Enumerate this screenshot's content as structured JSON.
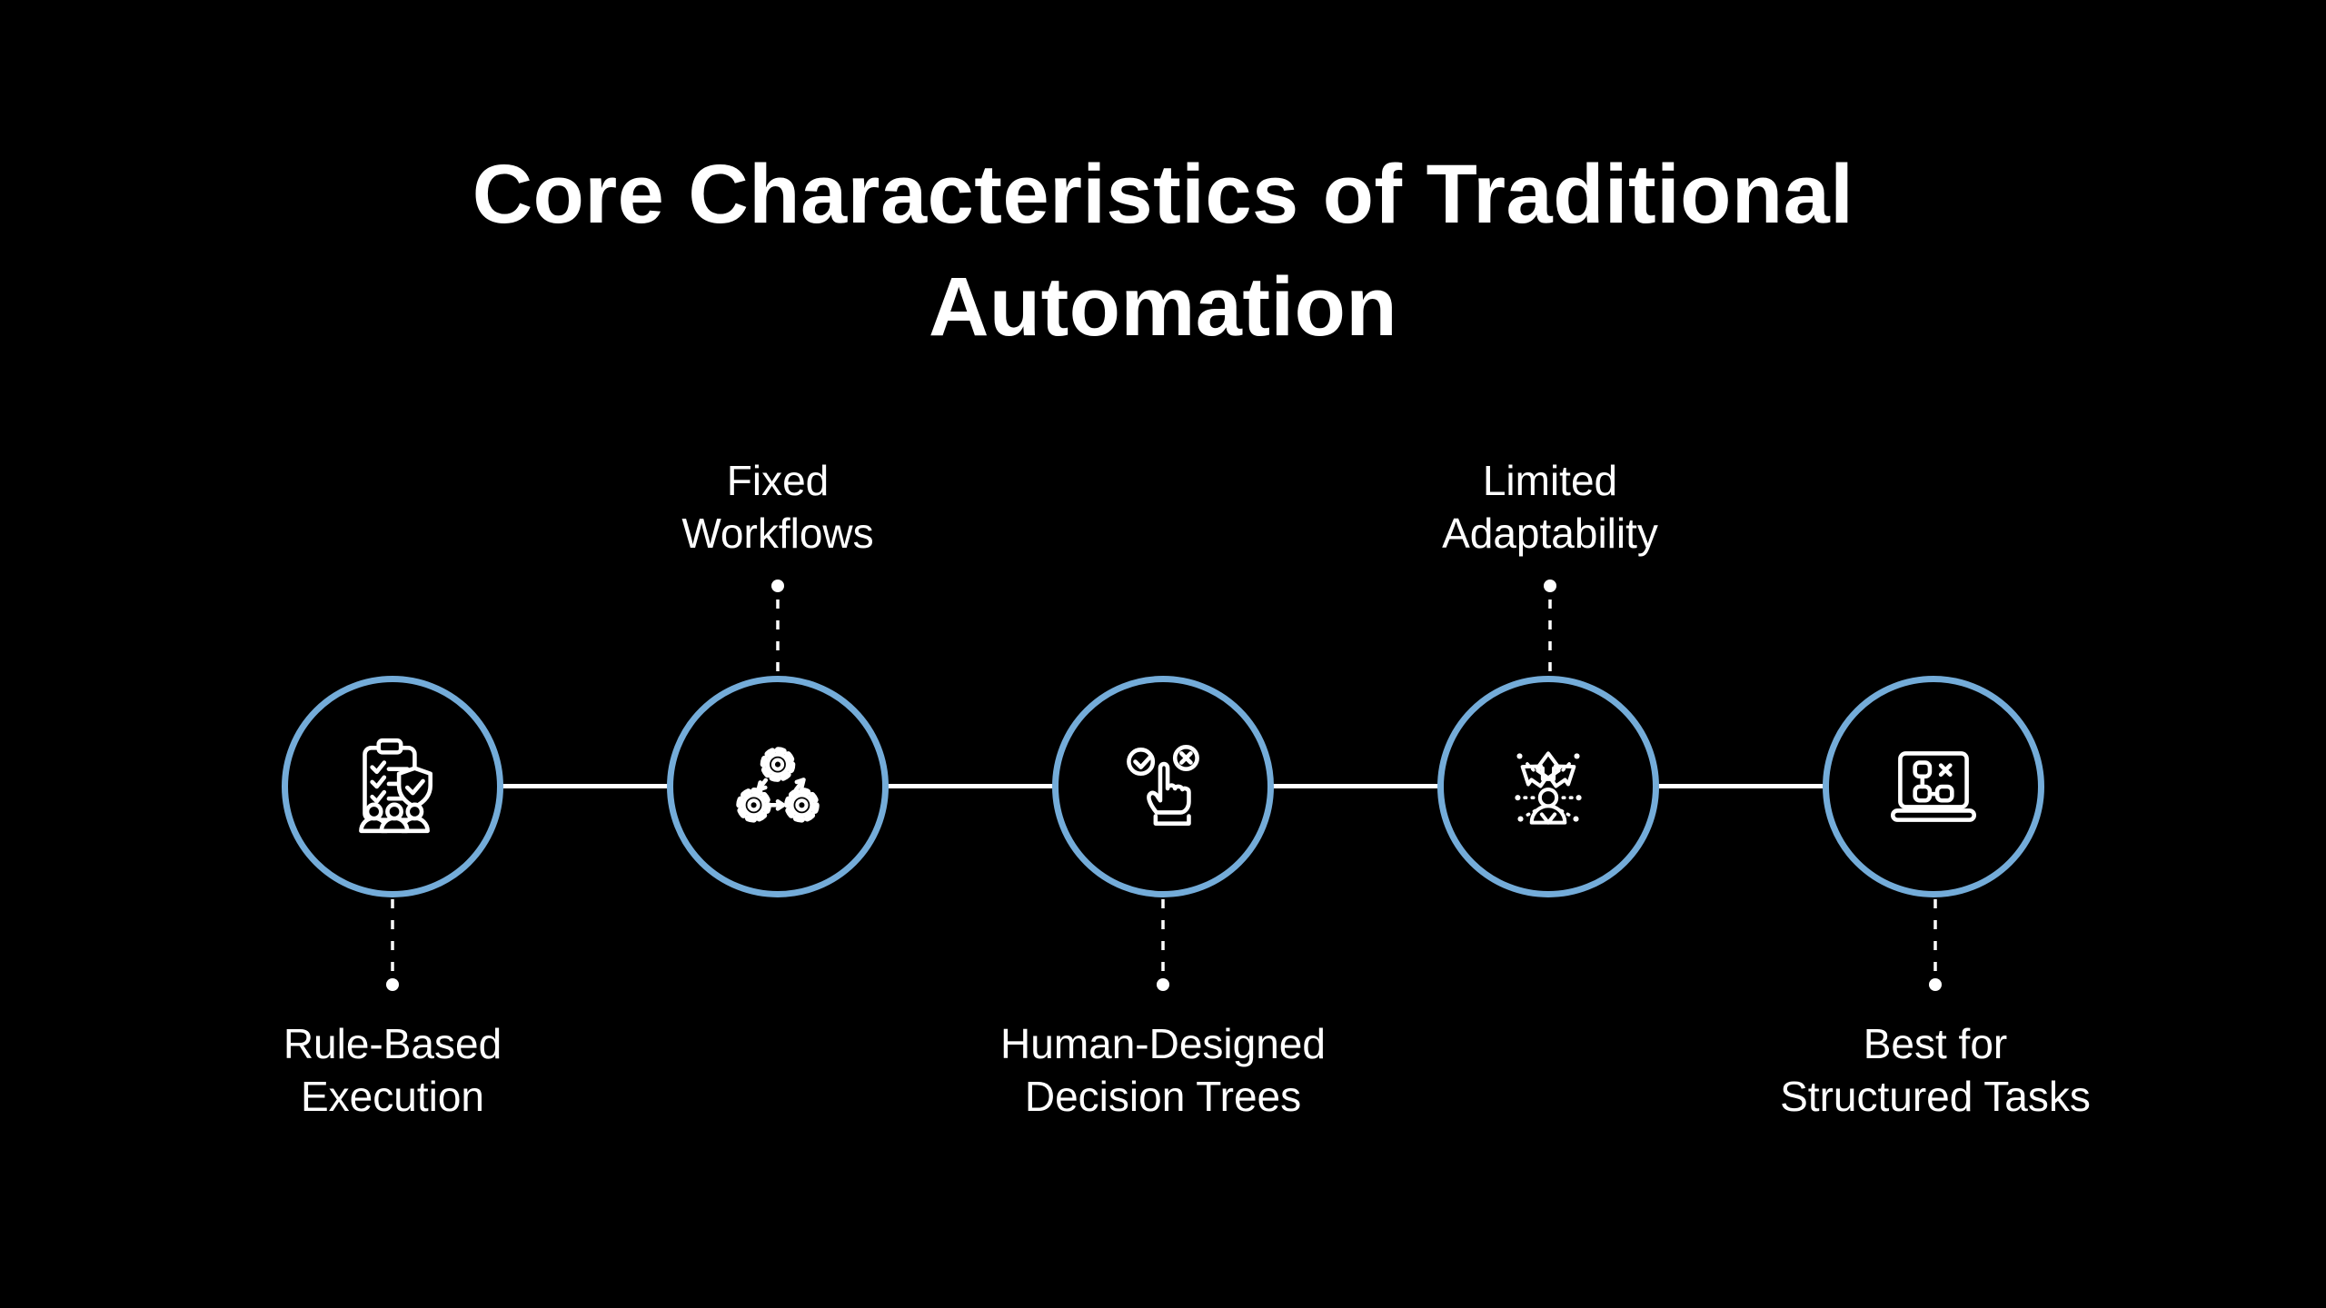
{
  "colors": {
    "background": "#000000",
    "accent_ring": "#74ACD9",
    "text": "#FFFFFF",
    "connector_line": "#FFFFFF"
  },
  "title": {
    "line1": "Core Characteristics of Traditional",
    "line2": "Automation"
  },
  "nodes": [
    {
      "label_line1": "Rule-Based",
      "label_line2": "Execution",
      "label_position": "below",
      "icon": "clipboard-shield-team-icon"
    },
    {
      "label_line1": "Fixed",
      "label_line2": "Workflows",
      "label_position": "above",
      "icon": "gears-cycle-icon"
    },
    {
      "label_line1": "Human-Designed",
      "label_line2": "Decision Trees",
      "label_position": "below",
      "icon": "hand-check-cross-icon"
    },
    {
      "label_line1": "Limited",
      "label_line2": "Adaptability",
      "label_position": "above",
      "icon": "person-direction-arrows-icon"
    },
    {
      "label_line1": "Best for",
      "label_line2": "Structured Tasks",
      "label_position": "below",
      "icon": "laptop-flowchart-icon"
    }
  ]
}
